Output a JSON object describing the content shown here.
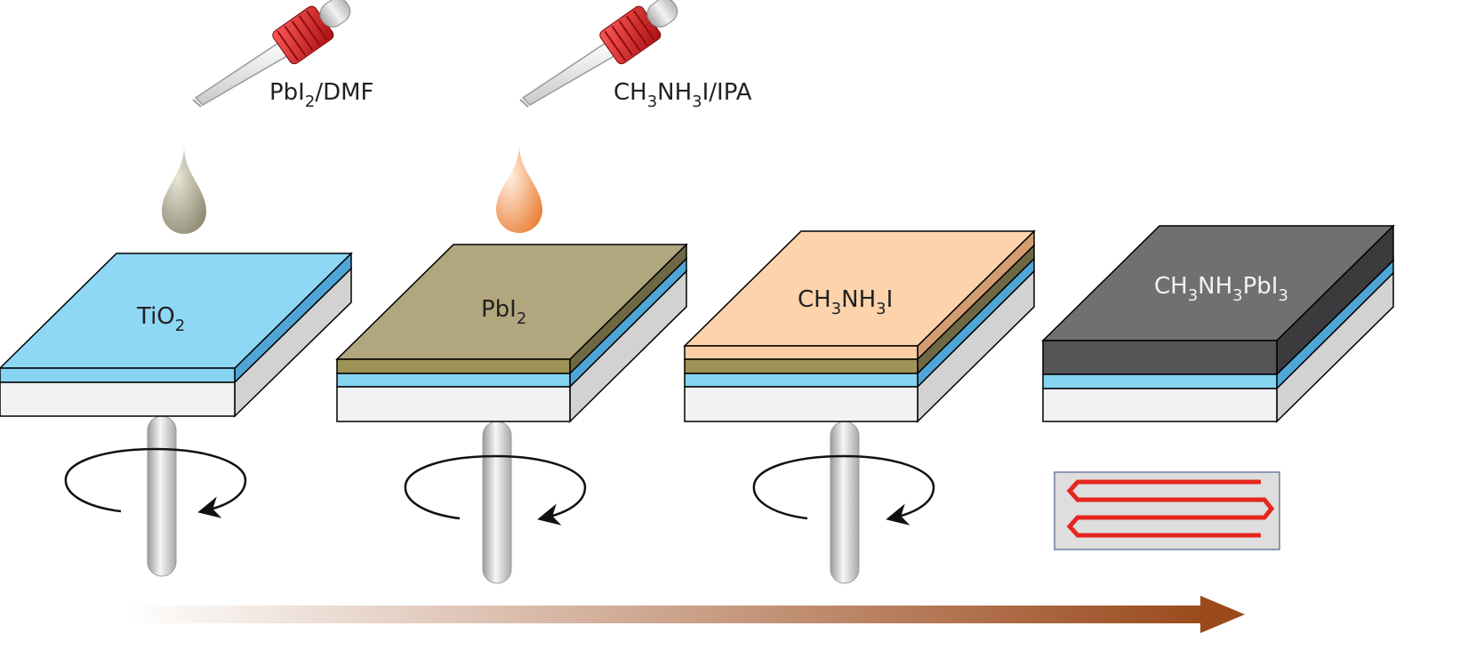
{
  "droppers": [
    {
      "label": "PbI",
      "sub": "2",
      "tail": "/DMF"
    },
    {
      "label": "CH",
      "sub1": "3",
      "mid": "NH",
      "sub2": "3",
      "tail": "I/IPA"
    }
  ],
  "substrates": [
    {
      "label": "TiO",
      "sub": "2"
    },
    {
      "label": "PbI",
      "sub": "2"
    },
    {
      "label": "CH",
      "sub1": "3",
      "mid": "NH",
      "sub2": "3",
      "tail": "I"
    },
    {
      "label": "CH",
      "sub1": "3",
      "mid": "NH",
      "sub2": "3",
      "tail": "PbI",
      "sub3": "3"
    }
  ],
  "colors": {
    "tio2": "#8ed8f6",
    "pbi2": "#b2a67e",
    "mai": "#fdd3ac",
    "perovskite": "#707070",
    "glass": "#eeeeee",
    "heater": "#e5261f",
    "arrow_start": "#ffffff",
    "arrow_end": "#9a4a1c"
  },
  "icons": [
    "dropper-icon",
    "droplet-icon",
    "rotation-arrow-icon",
    "heater-icon",
    "process-arrow-icon"
  ]
}
